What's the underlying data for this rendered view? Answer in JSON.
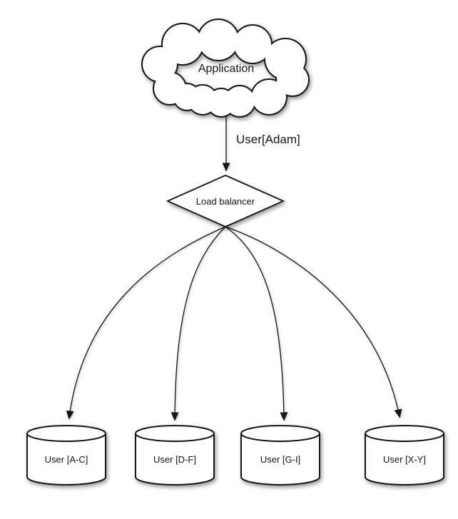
{
  "diagram": {
    "background_color": "#ffffff",
    "stroke_color": "#161616",
    "node_fill_color": "#ffffff",
    "nodes": {
      "application": {
        "label": "Application",
        "shape": "cloud"
      },
      "load_balancer": {
        "label": "Load balancer",
        "shape": "diamond"
      },
      "shards": [
        {
          "label": "User [A-C]",
          "shape": "cylinder"
        },
        {
          "label": "User [D-F]",
          "shape": "cylinder"
        },
        {
          "label": "User [G-I]",
          "shape": "cylinder"
        },
        {
          "label": "User [X-Y]",
          "shape": "cylinder"
        }
      ]
    },
    "edges": {
      "app_to_lb": {
        "from": "Application",
        "to": "Load balancer",
        "label": "User[Adam]"
      },
      "lb_to_shards": [
        {
          "from": "Load balancer",
          "to": "User [A-C]"
        },
        {
          "from": "Load balancer",
          "to": "User [D-F]"
        },
        {
          "from": "Load balancer",
          "to": "User [G-I]"
        },
        {
          "from": "Load balancer",
          "to": "User [X-Y]"
        }
      ]
    }
  }
}
